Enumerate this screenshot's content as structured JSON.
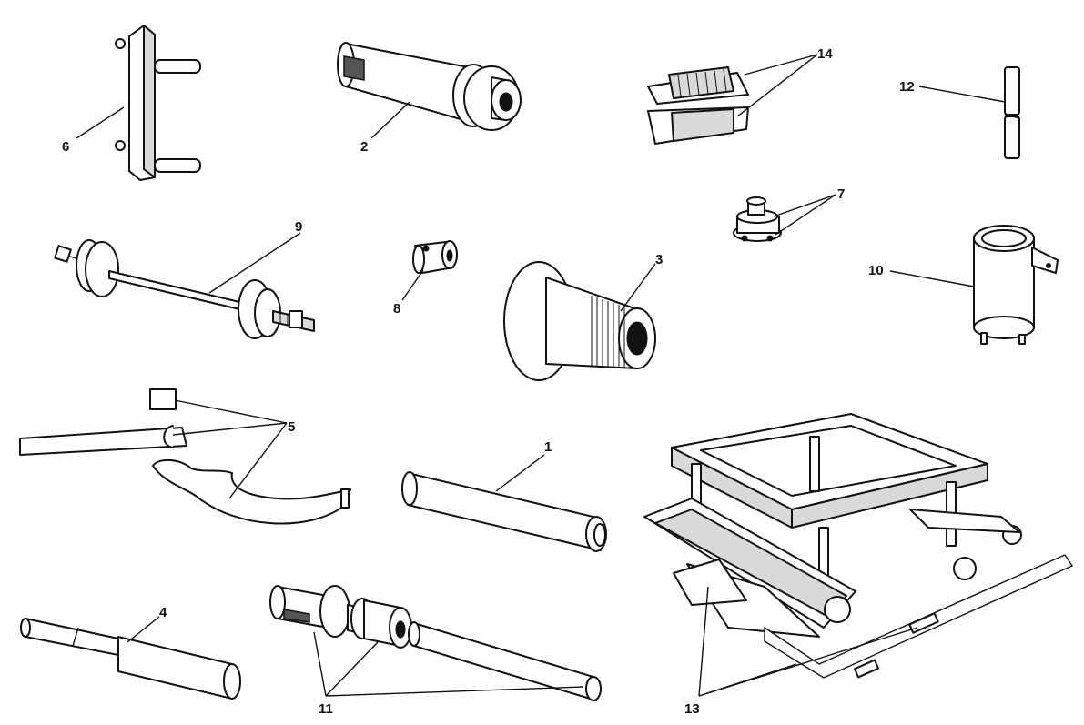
{
  "parts": [
    {
      "id": "1",
      "label": "1",
      "tool": "drift-tube"
    },
    {
      "id": "2",
      "label": "2",
      "tool": "bearing-drift-with-flange"
    },
    {
      "id": "3",
      "label": "3",
      "tool": "threaded-flange-drift"
    },
    {
      "id": "4",
      "label": "4",
      "tool": "stepped-shaft"
    },
    {
      "id": "5",
      "label": "5",
      "tool": "pin-spanner-set"
    },
    {
      "id": "6",
      "label": "6",
      "tool": "two-pin-plate"
    },
    {
      "id": "7",
      "label": "7",
      "tool": "threaded-adaptor"
    },
    {
      "id": "8",
      "label": "8",
      "tool": "small-sleeve"
    },
    {
      "id": "9",
      "label": "9",
      "tool": "bearing-puller-rod"
    },
    {
      "id": "10",
      "label": "10",
      "tool": "holding-tool"
    },
    {
      "id": "11",
      "label": "11",
      "tool": "bush-drift-set"
    },
    {
      "id": "12",
      "label": "12",
      "tool": "split-pin"
    },
    {
      "id": "13",
      "label": "13",
      "tool": "lifting-stand-and-jack"
    },
    {
      "id": "14",
      "label": "14",
      "tool": "split-collet"
    }
  ],
  "colors": {
    "line": "#111111",
    "fill": "#ffffff",
    "shade": "#d9d9d9",
    "dark": "#555555",
    "background": "#ffffff"
  }
}
